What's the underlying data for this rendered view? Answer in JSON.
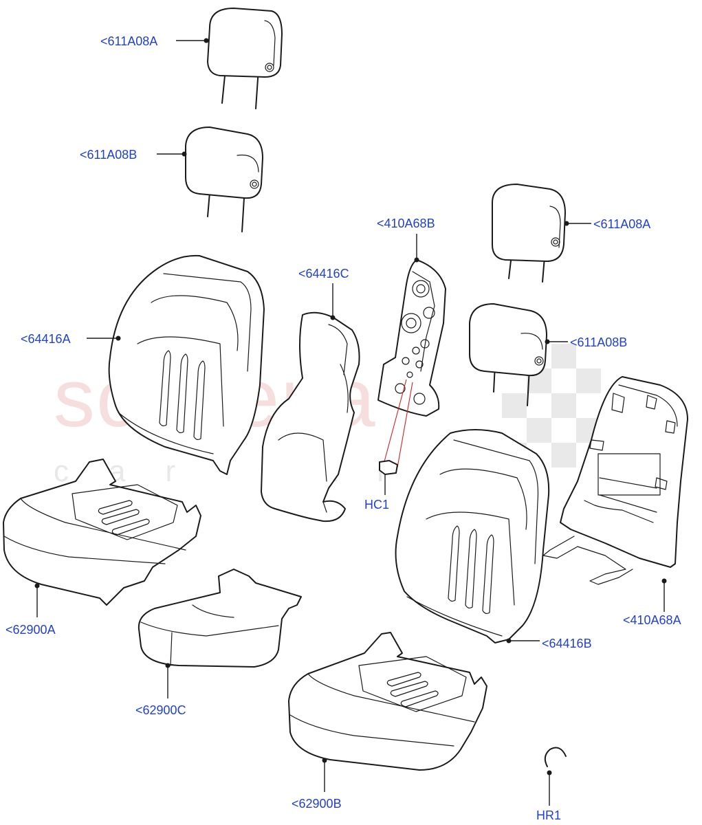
{
  "watermark": {
    "main": "scuderia",
    "sub": "car parts"
  },
  "callouts": {
    "hr_611a08a_top": "<611A08A",
    "hr_611a08b_top": "<611A08B",
    "hr_611a08a_right": "<611A08A",
    "hr_611a08b_right": "<611A08B",
    "frame_410a68b": "<410A68B",
    "frame_410a68a": "<410A68A",
    "back_64416a": "<64416A",
    "back_64416c": "<64416C",
    "back_64416b": "<64416B",
    "cushion_62900a": "<62900A",
    "cushion_62900c": "<62900C",
    "cushion_62900b": "<62900B",
    "clip_hc1": "HC1",
    "ring_hr1": "HR1"
  }
}
